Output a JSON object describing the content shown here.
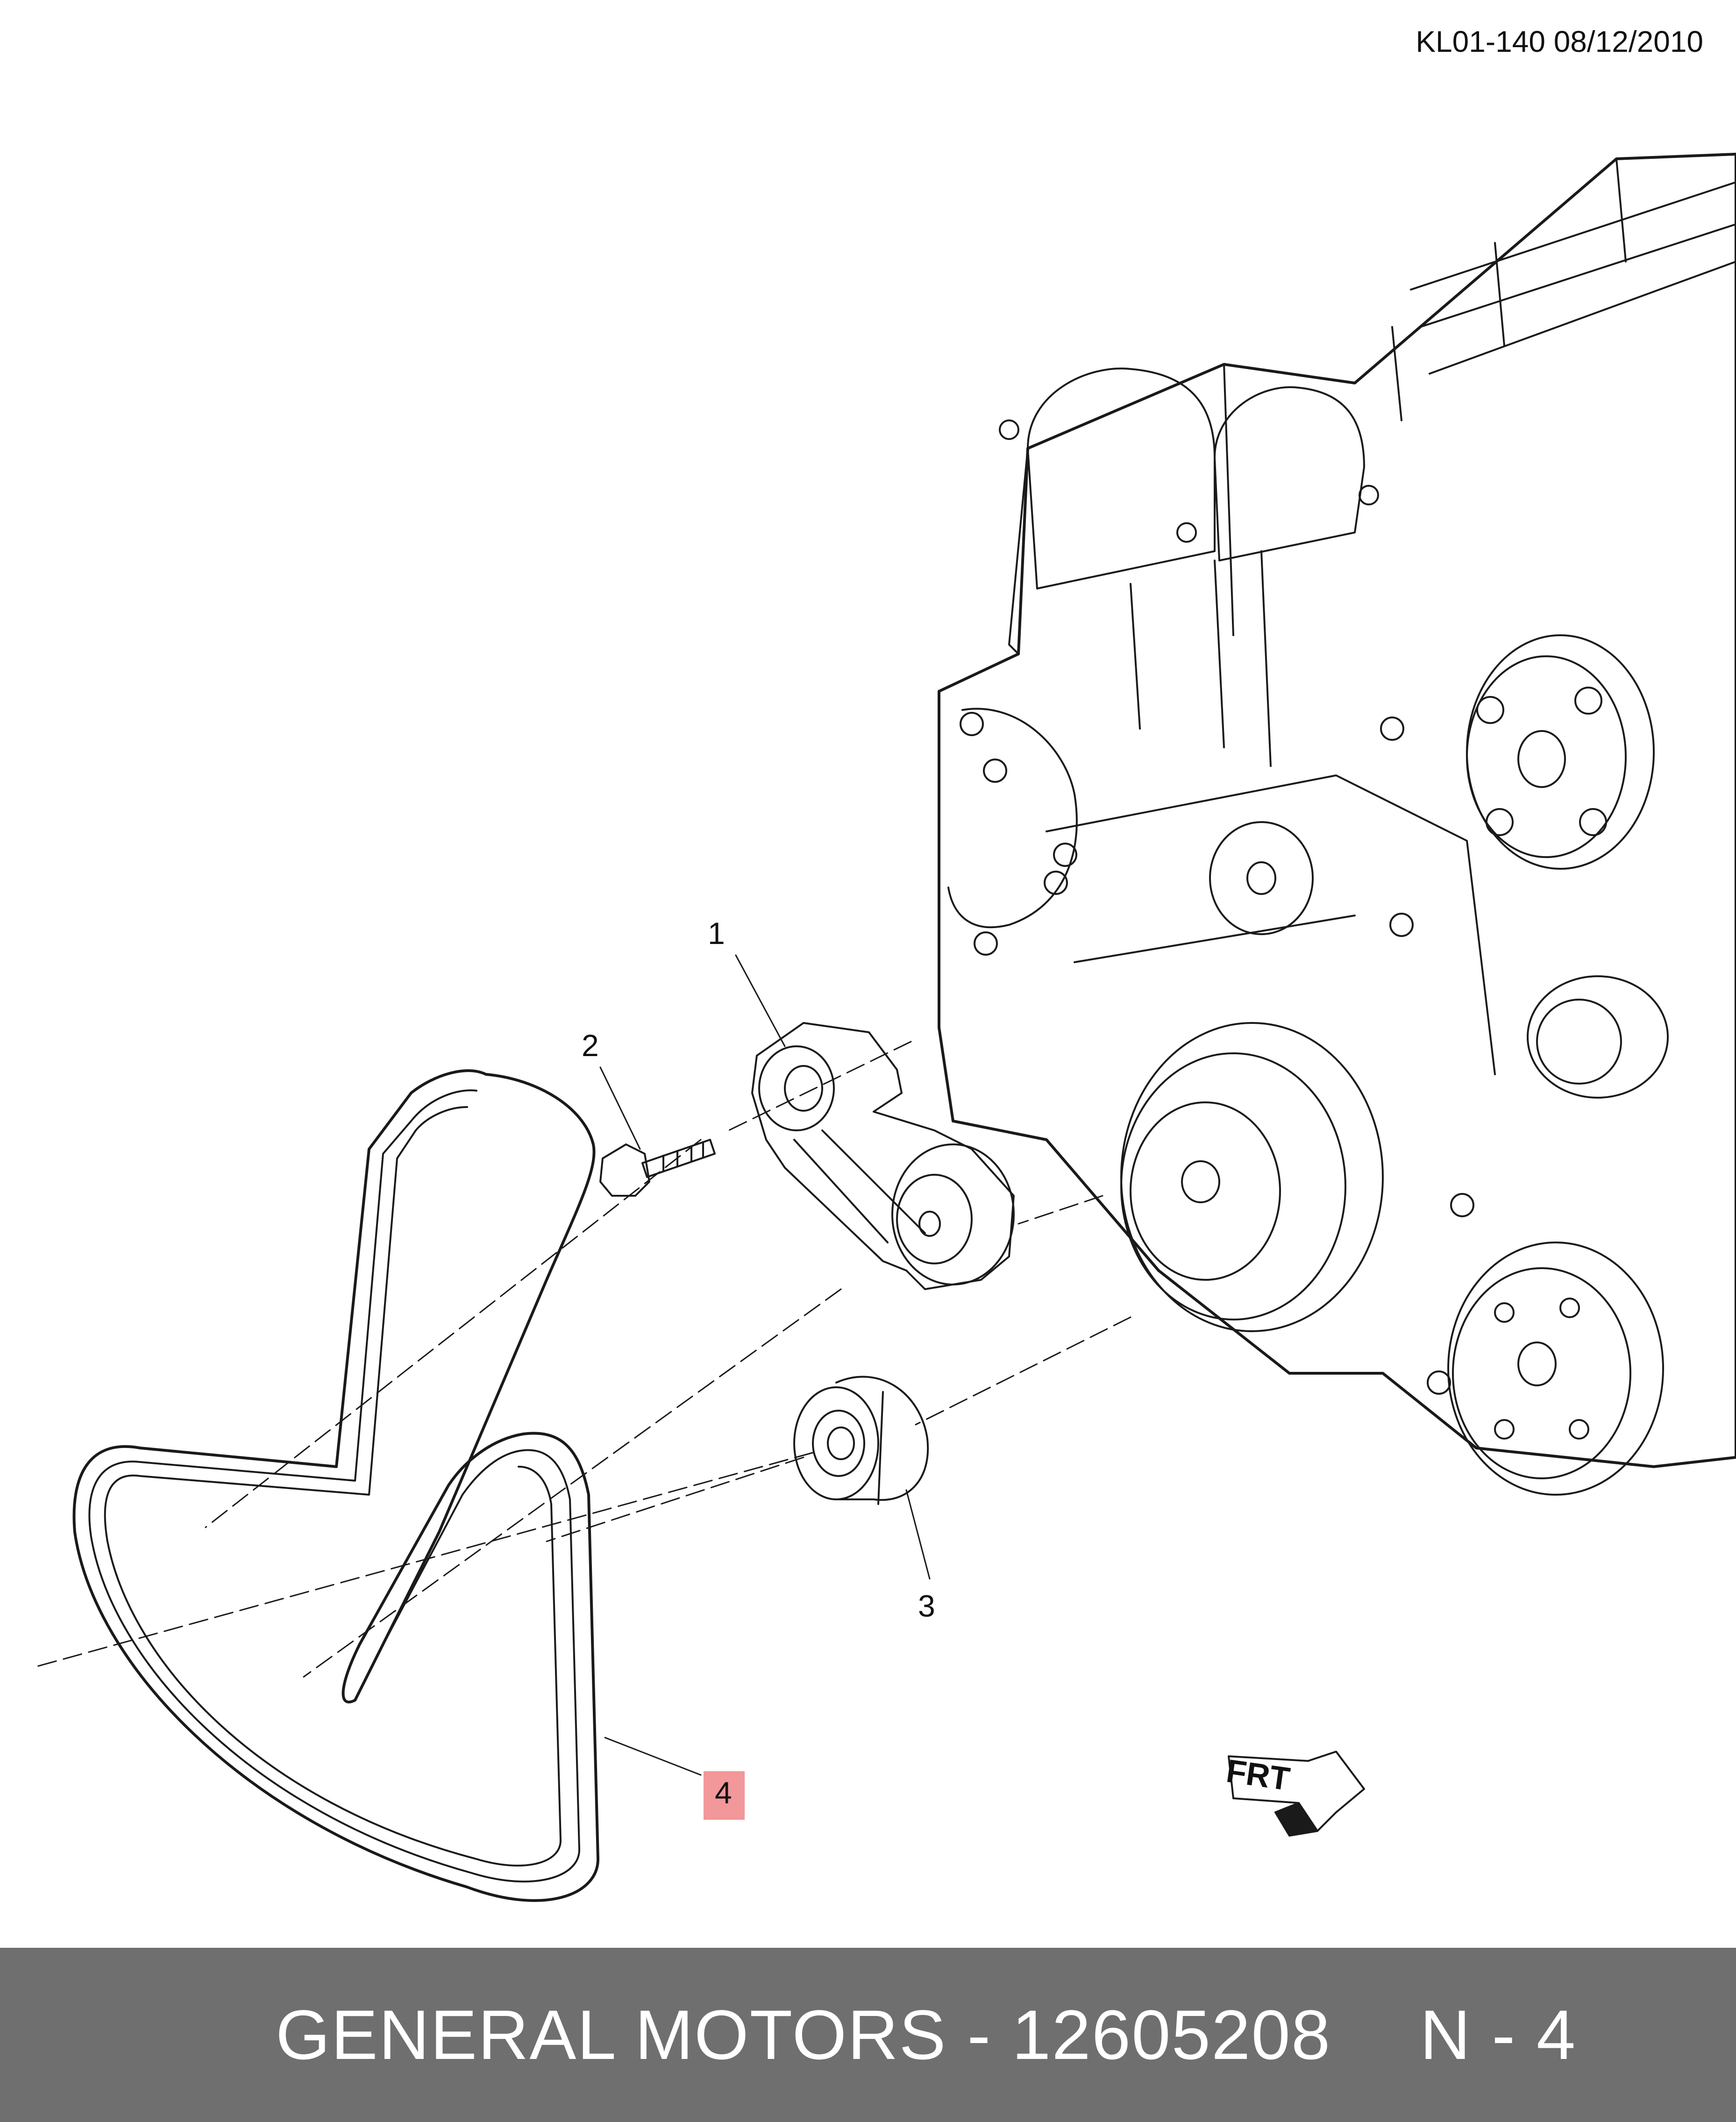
{
  "header": {
    "doc_code": "KL01-140 08/12/2010"
  },
  "callouts": [
    {
      "id": "1",
      "label": "1"
    },
    {
      "id": "2",
      "label": "2"
    },
    {
      "id": "3",
      "label": "3"
    },
    {
      "id": "4",
      "label": "4",
      "highlighted": true,
      "highlight_color": "#f2979a"
    }
  ],
  "front_marker": {
    "label": "FRT"
  },
  "footer": {
    "brand": "GENERAL MOTORS",
    "separator": " - ",
    "part_number": "12605208",
    "position_label": "N - 4",
    "background_color": "#6f6f6f"
  },
  "colors": {
    "line": "#1a1a1a",
    "background": "#ffffff"
  }
}
